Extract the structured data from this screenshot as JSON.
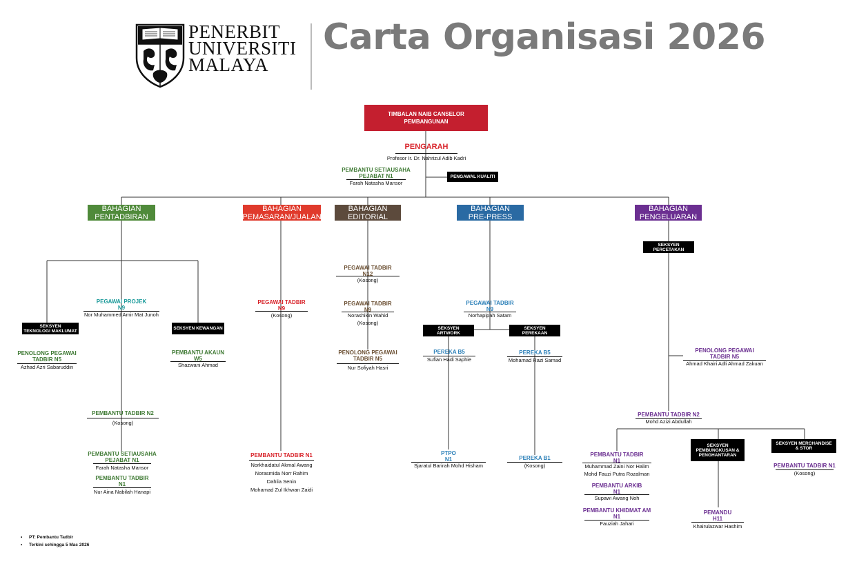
{
  "header": {
    "publisher_lines": [
      "PENERBIT",
      "UNIVERSITI",
      "MALAYA"
    ],
    "title": "Carta Organisasi 2026",
    "logo_icon": "crest-icon"
  },
  "top": {
    "tnc": [
      "TIMBALAN NAIB CANSELOR",
      "PEMBANGUNAN"
    ],
    "pengarah": "PENGARAH",
    "pengarah_name": "Profesor Ir. Dr. Nahrizul Adib Kadri",
    "pspn1": [
      "PEMBANTU SETIAUSAHA",
      "PEJABAT N1"
    ],
    "pspn1_name": "Farah Natasha Mansor",
    "kualiti": "PENGAWAL KUALITI"
  },
  "divisions": {
    "pentadbiran": [
      "BAHAGIAN",
      "PENTADBIRAN"
    ],
    "pemasaran": [
      "BAHAGIAN",
      "PEMASARAN/JUALAN"
    ],
    "editorial": [
      "BAHAGIAN",
      "EDITORIAL"
    ],
    "prepress": [
      "BAHAGIAN",
      "PRE-PRESS"
    ],
    "pengeluaran": [
      "BAHAGIAN",
      "PENGELUARAN"
    ]
  },
  "pentadbiran": {
    "projek": [
      "PEGAWAI PROJEK",
      "N9"
    ],
    "projek_name": "Nor Muhammed Amir Mat Junoh",
    "stm": [
      "SEKSYEN",
      "TEKNOLOGI MAKLUMAT"
    ],
    "pt_n5": [
      "PENOLONG PEGAWAI",
      "TADBIR N5"
    ],
    "pt_n5_name": "Azhad Azri Sabaruddin",
    "kewangan": "SEKSYEN KEWANGAN",
    "akaun": [
      "PEMBANTU AKAUN",
      "W5"
    ],
    "akaun_name": "Shazwani Ahmad",
    "ptn2": "PEMBANTU TADBIR N2",
    "ptn2_name": "(Kosong)",
    "pspn1": [
      "PEMBANTU SETIAUSAHA",
      "PEJABAT N1"
    ],
    "pspn1_name": "Farah Natasha Mansor",
    "ptn1": [
      "PEMBANTU TADBIR",
      "N1"
    ],
    "ptn1_name": "Nur Aina Nabilah Hanapi"
  },
  "pemasaran": {
    "ptn9": [
      "PEGAWAI TADBIR",
      "N9"
    ],
    "ptn9_name": "(Kosong)",
    "ptn1": "PEMBANTU TADBIR N1",
    "ptn1_names": [
      "Norkhaidatul Akmal Awang",
      "Norasmida Norr Rahim",
      "Dahlia Senin",
      "Mohamad Zul Ikhwan Zaidi"
    ]
  },
  "editorial": {
    "n12": [
      "PEGAWAI TADBIR",
      "N12"
    ],
    "n12_name": "(Kosong)",
    "n9": [
      "PEGAWAI TADBIR",
      "N9"
    ],
    "n9_names": [
      "Norashikin Wahid",
      "(Kosong)"
    ],
    "n5": [
      "PENOLONG PEGAWAI",
      "TADBIR N5"
    ],
    "n5_name": "Nur Sofiyah Hasri"
  },
  "prepress": {
    "n9": [
      "PEGAWAI TADBIR",
      "N9"
    ],
    "n9_name": "Norhapipah Satam",
    "artwork": [
      "SEKSYEN",
      "ARTWORK"
    ],
    "perekaan": [
      "SEKSYEN",
      "PEREKAAN"
    ],
    "b5a": "PEREKA B5",
    "b5a_name": "Sufian Hadi Saphie",
    "b5b": "PEREKA B5",
    "b5b_name": "Mohamad Razi Samad",
    "ptpo": [
      "PTPO",
      "N1"
    ],
    "ptpo_name": "Sjaratul Barirah Mohd Hisham",
    "b1": "PEREKA B1",
    "b1_name": "(Kosong)"
  },
  "pengeluaran": {
    "percetakan": [
      "SEKSYEN",
      "PERCETAKAN"
    ],
    "n5": [
      "PENOLONG PEGAWAI",
      "TADBIR N5"
    ],
    "n5_name": "Ahmad Khairi Adli Ahmad Zakuan",
    "ptn2": "PEMBANTU TADBIR N2",
    "ptn2_name": "Mohd Azizi Abdullah",
    "ptn1": [
      "PEMBANTU TADBIR",
      "N1"
    ],
    "ptn1_names": [
      "Muhammad Zaini Nor Halim",
      "Mohd Fauzi Putra Rozalman"
    ],
    "arkib": [
      "PEMBANTU ARKIB",
      "N1"
    ],
    "arkib_name": "Supawi Awang Noh",
    "khidmat": [
      "PEMBANTU KHIDMAT AM",
      "N1"
    ],
    "khidmat_name": "Fauziah Jahari",
    "pembungkusan": [
      "SEKSYEN",
      "PEMBUNGKUSAN &",
      "PENGHANTARAN"
    ],
    "pemandu": [
      "PEMANDU",
      "H11"
    ],
    "pemandu_name": "Khairulazwar Hashim",
    "merchandise": [
      "SEKSYEN MERCHANDISE",
      "& STOR"
    ],
    "ptn1b": "PEMBANTU TADBIR N1",
    "ptn1b_name": "(Kosong)"
  },
  "footnotes": [
    "PT: Pembantu Tadbir",
    "Terkini sehingga 5 Mac 2026"
  ],
  "colors": {
    "tnc": "#c41f2f",
    "pentadbiran": "#4f8a3a",
    "pemasaran": "#e03a2c",
    "editorial": "#5c4a3c",
    "prepress": "#2a6aa3",
    "pengeluaran": "#6b2f91"
  }
}
